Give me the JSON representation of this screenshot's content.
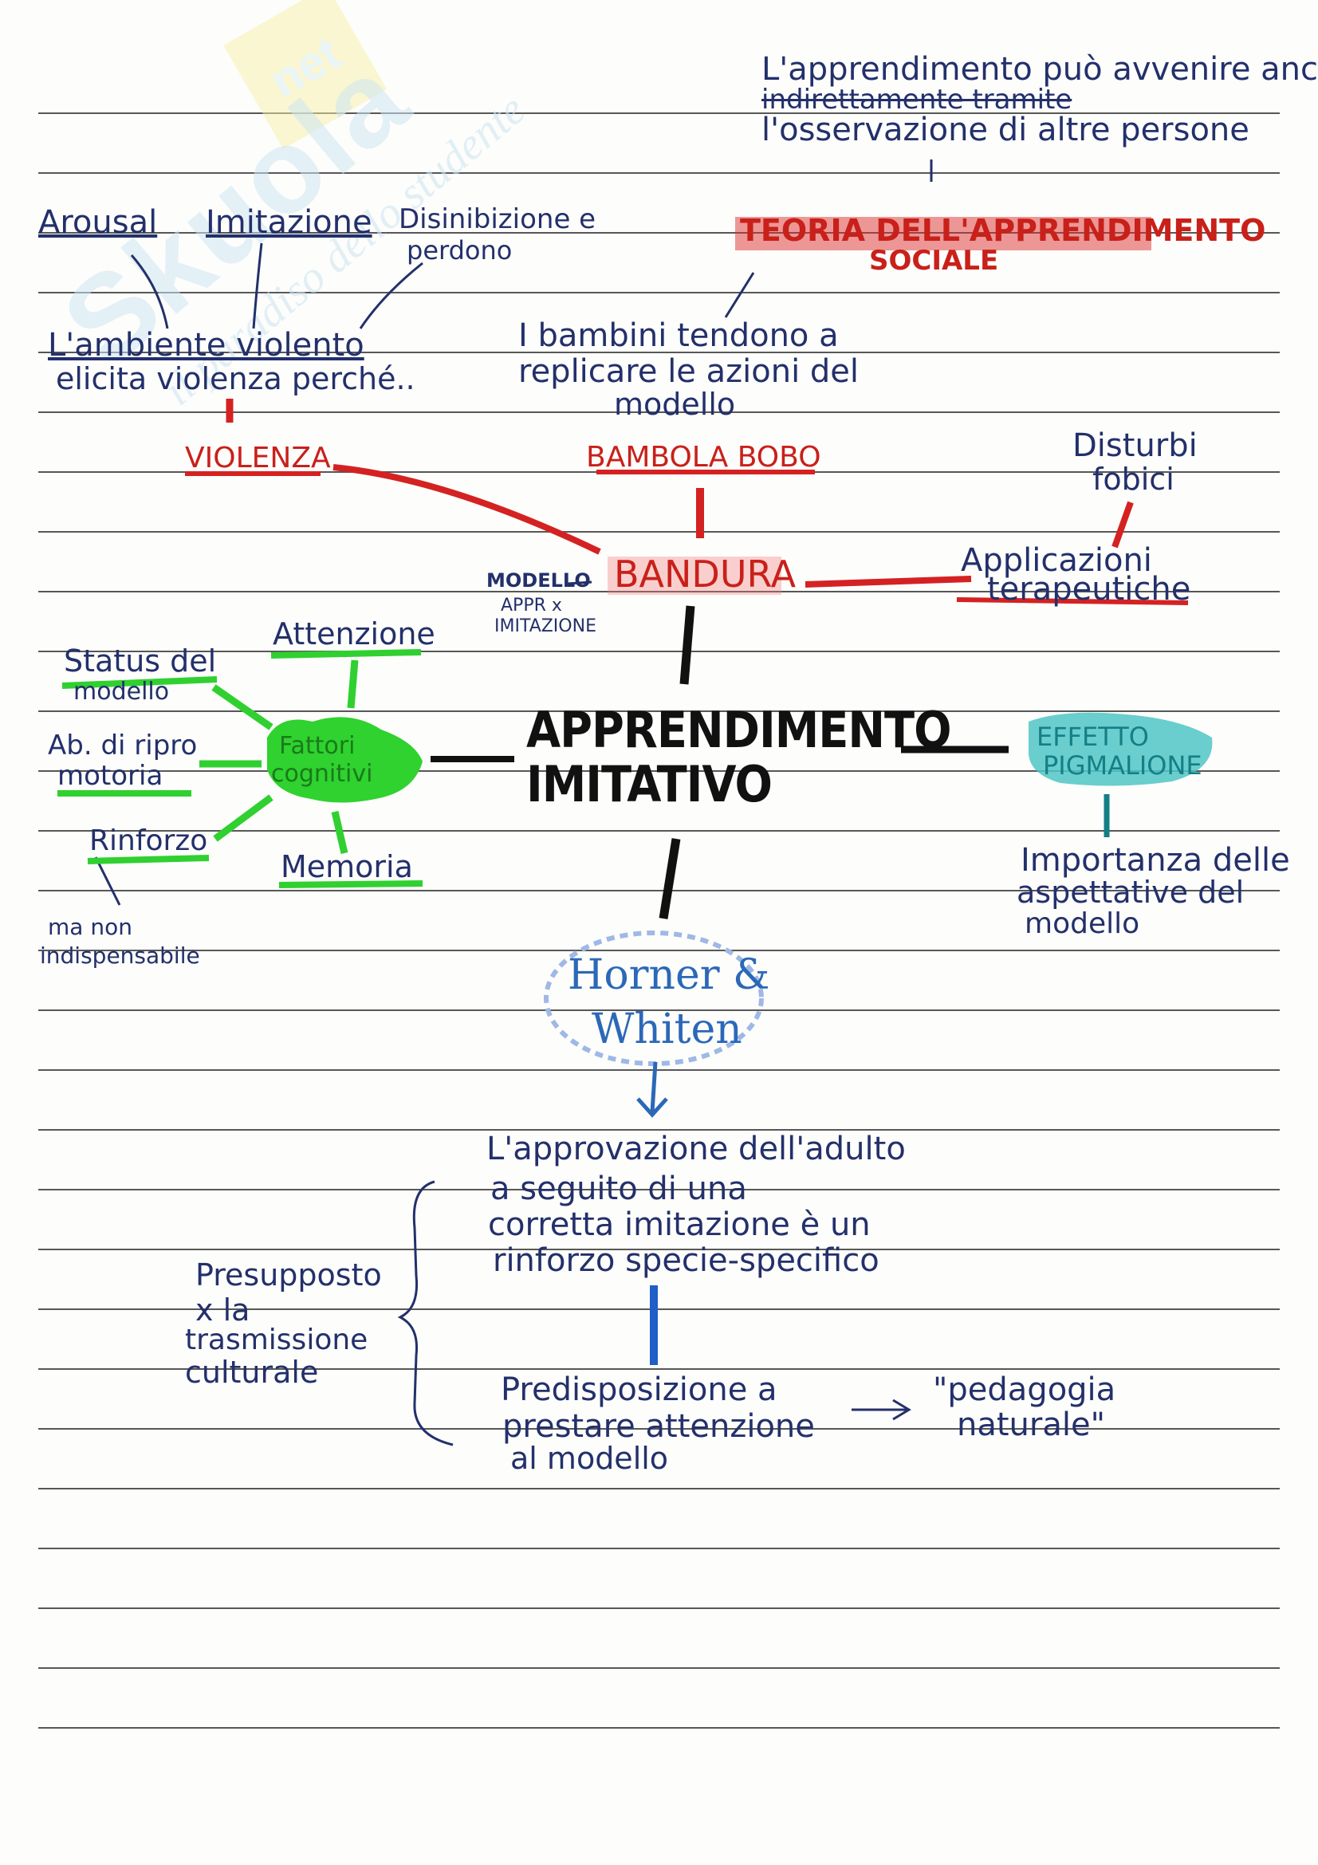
{
  "central": {
    "line1": "APPRENDIMENTO",
    "line2": "IMITATIVO"
  },
  "top_note": {
    "line1": "L'apprendimento può avvenire anche",
    "line2": "indirettamente tramite",
    "line3": "l'osservazione di altre persone"
  },
  "teoria": {
    "line1": "TEORIA DELL'APPRENDIMENTO",
    "line2": "SOCIALE"
  },
  "bambini": {
    "line1": "I bambini tendono a",
    "line2": "replicare le azioni del",
    "line3": "modello"
  },
  "bobo": "BAMBOLA BOBO",
  "bandura": "BANDURA",
  "modello": "MODELLO",
  "appr": {
    "line1": "APPR x",
    "line2": "IMITAZIONE"
  },
  "violence": {
    "arousal": "Arousal",
    "imitazione": "Imitazione",
    "disinib_line1": "Disinibizione e",
    "disinib_line2": "perdono",
    "ambiente_line1": "L'ambiente violento",
    "ambiente_line2": "elicita violenza perché..",
    "label": "VIOLENZA"
  },
  "disturbi": {
    "line1": "Disturbi",
    "line2": "fobici"
  },
  "applicazioni": {
    "line1": "Applicazioni",
    "line2": "terapeutiche"
  },
  "fattori": {
    "center_line1": "Fattori",
    "center_line2": "cognitivi",
    "attenzione": "Attenzione",
    "status_line1": "Status del",
    "status_line2": "modello",
    "abilita_line1": "Ab. di ripro",
    "abilita_line2": "motoria",
    "rinforzo": "Rinforzo",
    "memoria": "Memoria",
    "ma_non_line1": "ma non",
    "ma_non_line2": "indispensabile"
  },
  "pigmalione": {
    "line1": "EFFETTO",
    "line2": "PIGMALIONE",
    "importanza_line1": "Importanza delle",
    "importanza_line2": "aspettative del",
    "importanza_line3": "modello"
  },
  "horner": {
    "line1": "Horner &",
    "line2": "Whiten"
  },
  "approvazione": {
    "line1": "L'approvazione dell'adulto",
    "line2": "a seguito di una",
    "line3": "corretta imitazione è un",
    "line4": "rinforzo specie-specifico"
  },
  "presupposto": {
    "line1": "Presupposto",
    "line2": "x la",
    "line3": "trasmissione",
    "line4": "culturale"
  },
  "predisposizione": {
    "line1": "Predisposizione a",
    "line2": "prestare attenzione",
    "line3": "al modello"
  },
  "pedagogia": {
    "line1": "\"pedagogia",
    "line2": "naturale\""
  },
  "watermark": {
    "logo": "Skuola",
    "net": "net",
    "tagline": "il paradiso dello studente"
  },
  "colors": {
    "ink_blue": "#23306b",
    "red": "#c9201a",
    "green_highlight": "#28d228",
    "teal": "#147f86",
    "arrow_blue": "#2b68b8"
  },
  "icons": [
    "down-arrow-icon",
    "right-arrow-icon",
    "curly-brace-icon"
  ]
}
